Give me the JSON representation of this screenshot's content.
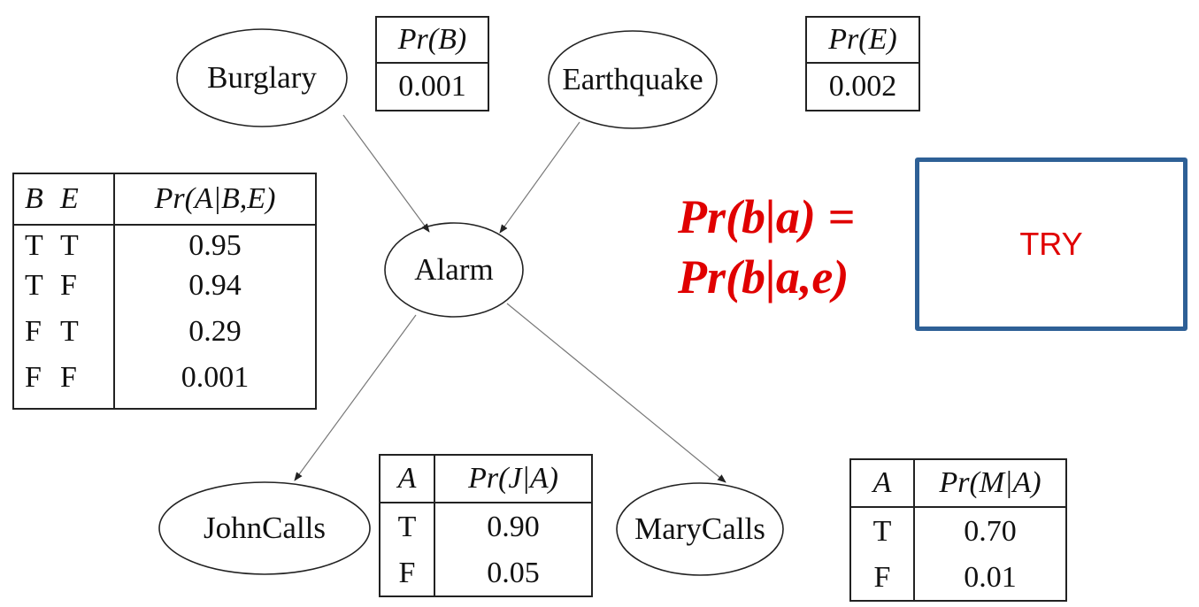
{
  "nodes": {
    "burglary": "Burglary",
    "earthquake": "Earthquake",
    "alarm": "Alarm",
    "john": "JohnCalls",
    "mary": "MaryCalls"
  },
  "cpt_b": {
    "header": "Pr(B)",
    "value": "0.001"
  },
  "cpt_e": {
    "header": "Pr(E)",
    "value": "0.002"
  },
  "cpt_a": {
    "headers": [
      "B",
      "E",
      "Pr(A|B,E)"
    ],
    "rows": [
      [
        "T",
        "T",
        "0.95"
      ],
      [
        "T",
        "F",
        "0.94"
      ],
      [
        "F",
        "T",
        "0.29"
      ],
      [
        "F",
        "F",
        "0.001"
      ]
    ]
  },
  "cpt_j": {
    "headers": [
      "A",
      "Pr(J|A)"
    ],
    "rows": [
      [
        "T",
        "0.90"
      ],
      [
        "F",
        "0.05"
      ]
    ]
  },
  "cpt_m": {
    "headers": [
      "A",
      "Pr(M|A)"
    ],
    "rows": [
      [
        "T",
        "0.70"
      ],
      [
        "F",
        "0.01"
      ]
    ]
  },
  "equation": {
    "line1": "Pr(b|a) =",
    "line2": "Pr(b|a,e)"
  },
  "answer_box": {
    "label": "TRY"
  },
  "colors": {
    "equation": "#e00000",
    "box_border": "#2e6096"
  }
}
